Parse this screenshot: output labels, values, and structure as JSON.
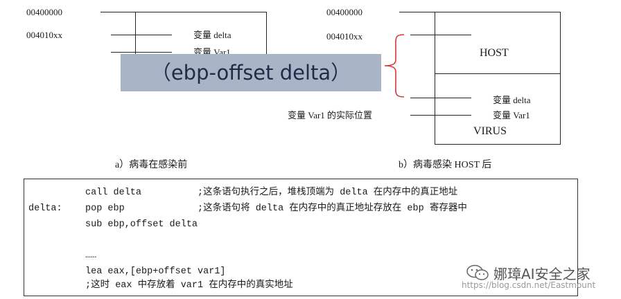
{
  "diagram_a": {
    "addr_top": "00400000",
    "addr_mid": "004010xx",
    "label_delta": "变量 delta",
    "label_var1": "变量 Var1",
    "caption": "a）病毒在感染前"
  },
  "diagram_b": {
    "addr_top": "00400000",
    "addr_mid": "004010xx",
    "host_label": "HOST",
    "label_delta": "变量 delta",
    "label_var1": "变量 Var1",
    "var1_real_pos": "变量 Var1 的实际位置",
    "virus_label": "VIRUS",
    "caption": "b）病毒感染 HOST 后"
  },
  "callout": {
    "text": "（ebp-offset delta）",
    "bg_color": "#a9b5c6",
    "brace_color": "#d43a3a"
  },
  "code": {
    "lines": [
      {
        "label": "",
        "code": "call delta",
        "comment": ";这条语句执行之后，堆栈顶端为 delta 在内存中的真正地址"
      },
      {
        "label": "delta:",
        "code": "pop ebp",
        "comment": ";这条语句将 delta 在内存中的真正地址存放在 ebp 寄存器中"
      },
      {
        "label": "",
        "code": "sub ebp,offset delta",
        "comment": ""
      },
      {
        "label": "",
        "code": "",
        "comment": ""
      },
      {
        "label": "",
        "code": "……",
        "comment": ""
      },
      {
        "label": "",
        "code": "lea eax,[ebp+offset var1]",
        "comment": ""
      },
      {
        "label": "",
        "code": "",
        "comment": ";这时 eax 中存放着 var1 在内存中的真实地址"
      }
    ]
  },
  "watermark": {
    "brand": "娜璋AI安全之家",
    "url": "https://blog.csdn.net/Eastmount",
    "icon": "wechat-icon"
  }
}
